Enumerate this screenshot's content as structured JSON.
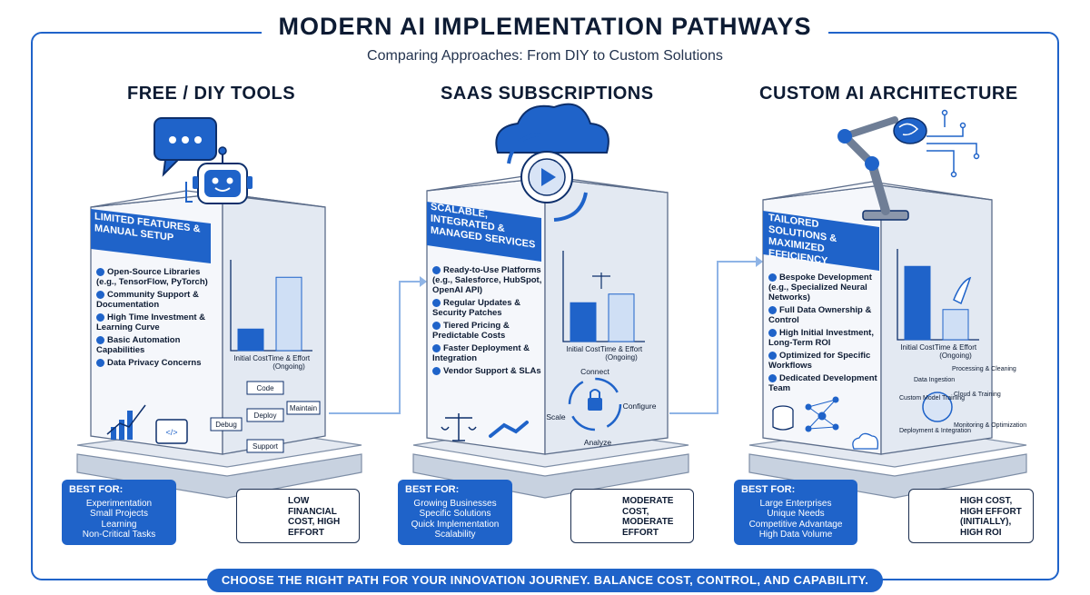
{
  "header": {
    "title": "MODERN AI IMPLEMENTATION PATHWAYS",
    "subtitle": "Comparing Approaches: From DIY to Custom Solutions"
  },
  "columns": [
    {
      "heading": "FREE / DIY TOOLS",
      "panel_title": "LIMITED FEATURES & MANUAL SETUP",
      "features": [
        "Open-Source Libraries (e.g., TensorFlow, PyTorch)",
        "Community Support & Documentation",
        "High Time Investment & Learning Curve",
        "Basic Automation Capabilities",
        "Data Privacy Concerns"
      ],
      "bar_labels": [
        "Initial Cost",
        "Time & Effort (Ongoing)"
      ],
      "bar_levels": [
        0.25,
        0.85
      ],
      "workflow": [
        "Code",
        "Deploy",
        "Maintain",
        "Debug",
        "Support"
      ],
      "best_for_label": "BEST FOR:",
      "best_for": [
        "Experimentation",
        "Small Projects",
        "Learning",
        "Non-Critical Tasks"
      ],
      "cost_summary": "LOW FINANCIAL COST, HIGH EFFORT"
    },
    {
      "heading": "SAAS SUBSCRIPTIONS",
      "panel_title": "SCALABLE, INTEGRATED & MANAGED SERVICES",
      "features": [
        "Ready-to-Use Platforms (e.g., Salesforce, HubSpot, OpenAI API)",
        "Regular Updates & Security Patches",
        "Tiered Pricing & Predictable Costs",
        "Faster Deployment & Integration",
        "Vendor Support & SLAs"
      ],
      "bar_labels": [
        "Initial Cost",
        "Time & Effort (Ongoing)"
      ],
      "bar_levels": [
        0.45,
        0.55
      ],
      "cycle": [
        "Connect",
        "Configure",
        "Analyze",
        "Scale"
      ],
      "best_for_label": "BEST FOR:",
      "best_for": [
        "Growing Businesses",
        "Specific Solutions",
        "Quick Implementation",
        "Scalability"
      ],
      "cost_summary": "MODERATE COST, MODERATE EFFORT"
    },
    {
      "heading": "CUSTOM AI ARCHITECTURE",
      "panel_title": "TAILORED SOLUTIONS & MAXIMIZED EFFICIENCY",
      "features": [
        "Bespoke Development (e.g., Specialized Neural Networks)",
        "Full Data Ownership & Control",
        "High Initial Investment, Long-Term ROI",
        "Optimized for Specific Workflows",
        "Dedicated Development Team"
      ],
      "bar_labels": [
        "Initial Cost",
        "Time & Effort (Ongoing)"
      ],
      "bar_levels": [
        0.85,
        0.35
      ],
      "pipeline": [
        "Data Ingestion",
        "Custom Model Training",
        "Processing & Cleaning",
        "Cloud & Training",
        "Monitoring & Optimization",
        "Deployment & Integration"
      ],
      "best_for_label": "BEST FOR:",
      "best_for": [
        "Large Enterprises",
        "Unique Needs",
        "Competitive Advantage",
        "High Data Volume"
      ],
      "cost_summary": "HIGH COST, HIGH EFFORT (INITIALLY), HIGH ROI"
    }
  ],
  "footer": "CHOOSE THE RIGHT PATH FOR YOUR INNOVATION JOURNEY. BALANCE COST, CONTROL, AND CAPABILITY.",
  "colors": {
    "accent": "#1f63c9",
    "text": "#0d1b33",
    "cube_side": "#e3e9f2"
  }
}
